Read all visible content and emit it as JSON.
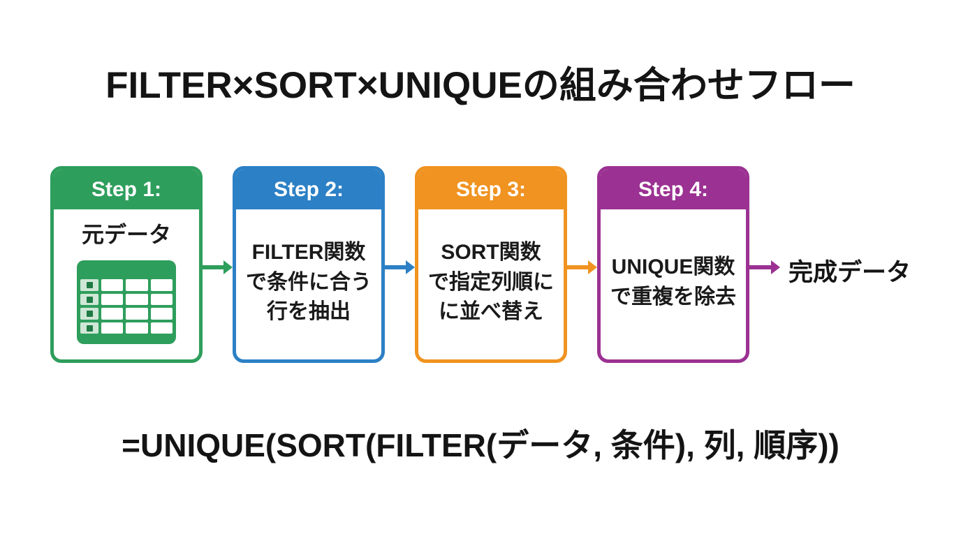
{
  "title": "FILTER×SORT×UNIQUEの組み合わせフロー",
  "steps": [
    {
      "label": "Step 1:",
      "color": "#2E9E5C",
      "heading": "元データ"
    },
    {
      "label": "Step 2:",
      "color": "#2C80C5",
      "lines": [
        "FILTER関数",
        "で条件に合う",
        "行を抽出"
      ]
    },
    {
      "label": "Step 3:",
      "color": "#F09321",
      "lines": [
        "SORT関数",
        "で指定列順に",
        "に並べ替え"
      ]
    },
    {
      "label": "Step 4:",
      "color": "#9B3192",
      "lines": [
        "UNIQUE関数",
        "で重複を除去"
      ]
    }
  ],
  "arrows": [
    {
      "color": "#2E9E5C"
    },
    {
      "color": "#2C80C5"
    },
    {
      "color": "#F09321"
    },
    {
      "color": "#9B3192"
    }
  ],
  "result_label": "完成データ",
  "formula": "=UNIQUE(SORT(FILTER(データ, 条件), 列, 順序))",
  "table_icon": {
    "frame_color": "#2E9E5C",
    "row_header_color": "#CFE7D6",
    "marker_color": "#1F7A44",
    "cell_color": "#FFFFFF"
  }
}
